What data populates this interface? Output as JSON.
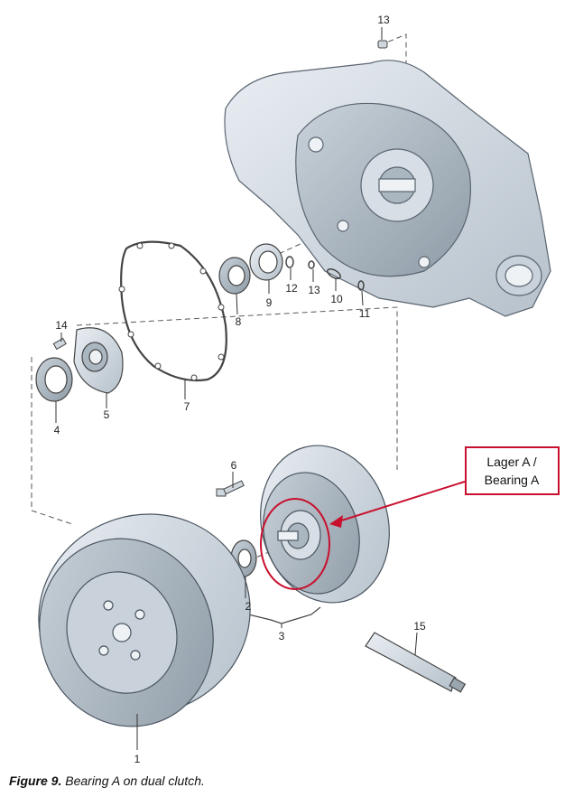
{
  "callout": {
    "line1": "Lager A /",
    "line2": "Bearing A",
    "color": "#c8102e"
  },
  "parts": {
    "p1": "1",
    "p2": "2",
    "p3": "3",
    "p4": "4",
    "p5": "5",
    "p6": "6",
    "p7": "7",
    "p8": "8",
    "p9": "9",
    "p10": "10",
    "p11": "11",
    "p12": "12",
    "p13a": "13",
    "p13b": "13",
    "p14": "14",
    "p15": "15"
  },
  "caption": {
    "label": "Figure 9.",
    "text": "Bearing A on dual clutch."
  }
}
